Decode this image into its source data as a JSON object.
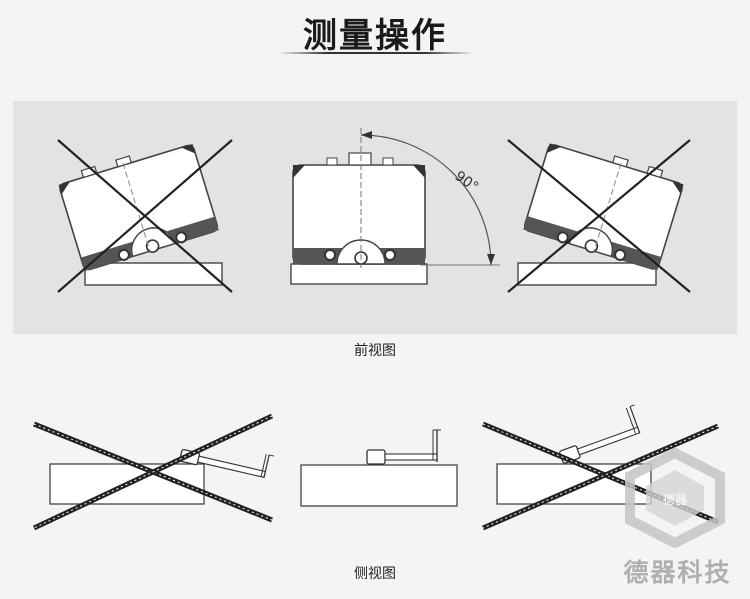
{
  "title": "测量操作",
  "front_view": {
    "caption": "前视图",
    "angle_label": "90°"
  },
  "side_view": {
    "caption": "侧视图"
  },
  "brand": {
    "name": "德器科技",
    "logo_text": "德器"
  }
}
